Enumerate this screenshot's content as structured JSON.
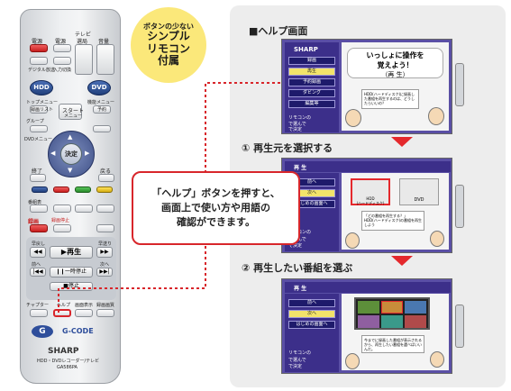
{
  "badge": {
    "line1": "ボタンの少ない",
    "line2": "シンプル",
    "line3": "リモコン",
    "line4": "付属"
  },
  "callout": {
    "line1": "「ヘルプ」ボタンを押すと、",
    "line2": "画面上で使い方や用語の",
    "line3": "確認ができます。"
  },
  "panel": {
    "title": "■ヘルプ画面",
    "step1": "① 再生元を選択する",
    "step2": "② 再生したい番組を選ぶ"
  },
  "remote": {
    "labels": {
      "power": "電源",
      "tv_power": "電源",
      "tv": "テレビ",
      "channel": "選局",
      "volume": "音量",
      "input": "入力切換",
      "digital": "デジタル放送",
      "hdd": "HDD",
      "dvd": "DVD",
      "top_menu": "トップメニュー",
      "reserve_list": "録画リスト",
      "start": "スタート",
      "start_sub": "メニュー",
      "reserve": "予約",
      "group": "グループ",
      "function_menu": "機能メニュー",
      "dvd_menu": "DVDメニュー",
      "decide": "決定",
      "back": "戻る",
      "end": "終了",
      "program": "番組表",
      "record": "録画",
      "rec_stop": "録画停止",
      "rewind": "早戻し",
      "forward": "早送り",
      "play": "再生",
      "prev": "前へ",
      "next": "次へ",
      "pause": "一時停止",
      "stop": "停止",
      "chapter": "チャプター",
      "help": "ヘルプ",
      "display": "画面表示",
      "rec_mode": "録画画質",
      "g_logo": "G",
      "gcode": "G-CODE",
      "brand": "SHARP",
      "model": "HDD・DVDレコーダー/テレビ",
      "model_code": "GA586PA"
    }
  },
  "screens": {
    "s1": {
      "brand": "SHARP",
      "items": [
        "録画",
        "再生",
        "予約録画",
        "ダビング",
        "編集等"
      ],
      "heading1": "いっしょに操作を",
      "heading2": "覚えよう！",
      "heading3": "（再 生）",
      "speech": "HDD(ハードディスク)に録画した番組を再生するのは、どうしたらいいの？",
      "footer1": "リモコンの",
      "footer2": "で選んで",
      "footer3": "で決定"
    },
    "s2": {
      "title": "再 生",
      "items": [
        "前へ",
        "次へ",
        "はじめの画面へ"
      ],
      "hdd_label": "HDD\n(ハードディスク)",
      "dvd_label": "DVD",
      "speech": "「どの番組を再生する？」\nHDD(ハードディスク)の番組を再生しよう",
      "footer1": "リモコンの",
      "footer2": "で選んで",
      "footer3": "で決定"
    },
    "s3": {
      "title": "再 生",
      "items": [
        "前へ",
        "次へ",
        "はじめの画面へ"
      ],
      "speech": "今までに録画した番組が表示されるから、再生したい番組を選べばいいんだ。",
      "footer1": "リモコンの",
      "footer2": "で選んで",
      "footer3": "で決定"
    }
  },
  "colors": {
    "accent_red": "#d8262b",
    "badge_yellow": "#fbe87a",
    "screen_purple": "#5a4fa5"
  }
}
